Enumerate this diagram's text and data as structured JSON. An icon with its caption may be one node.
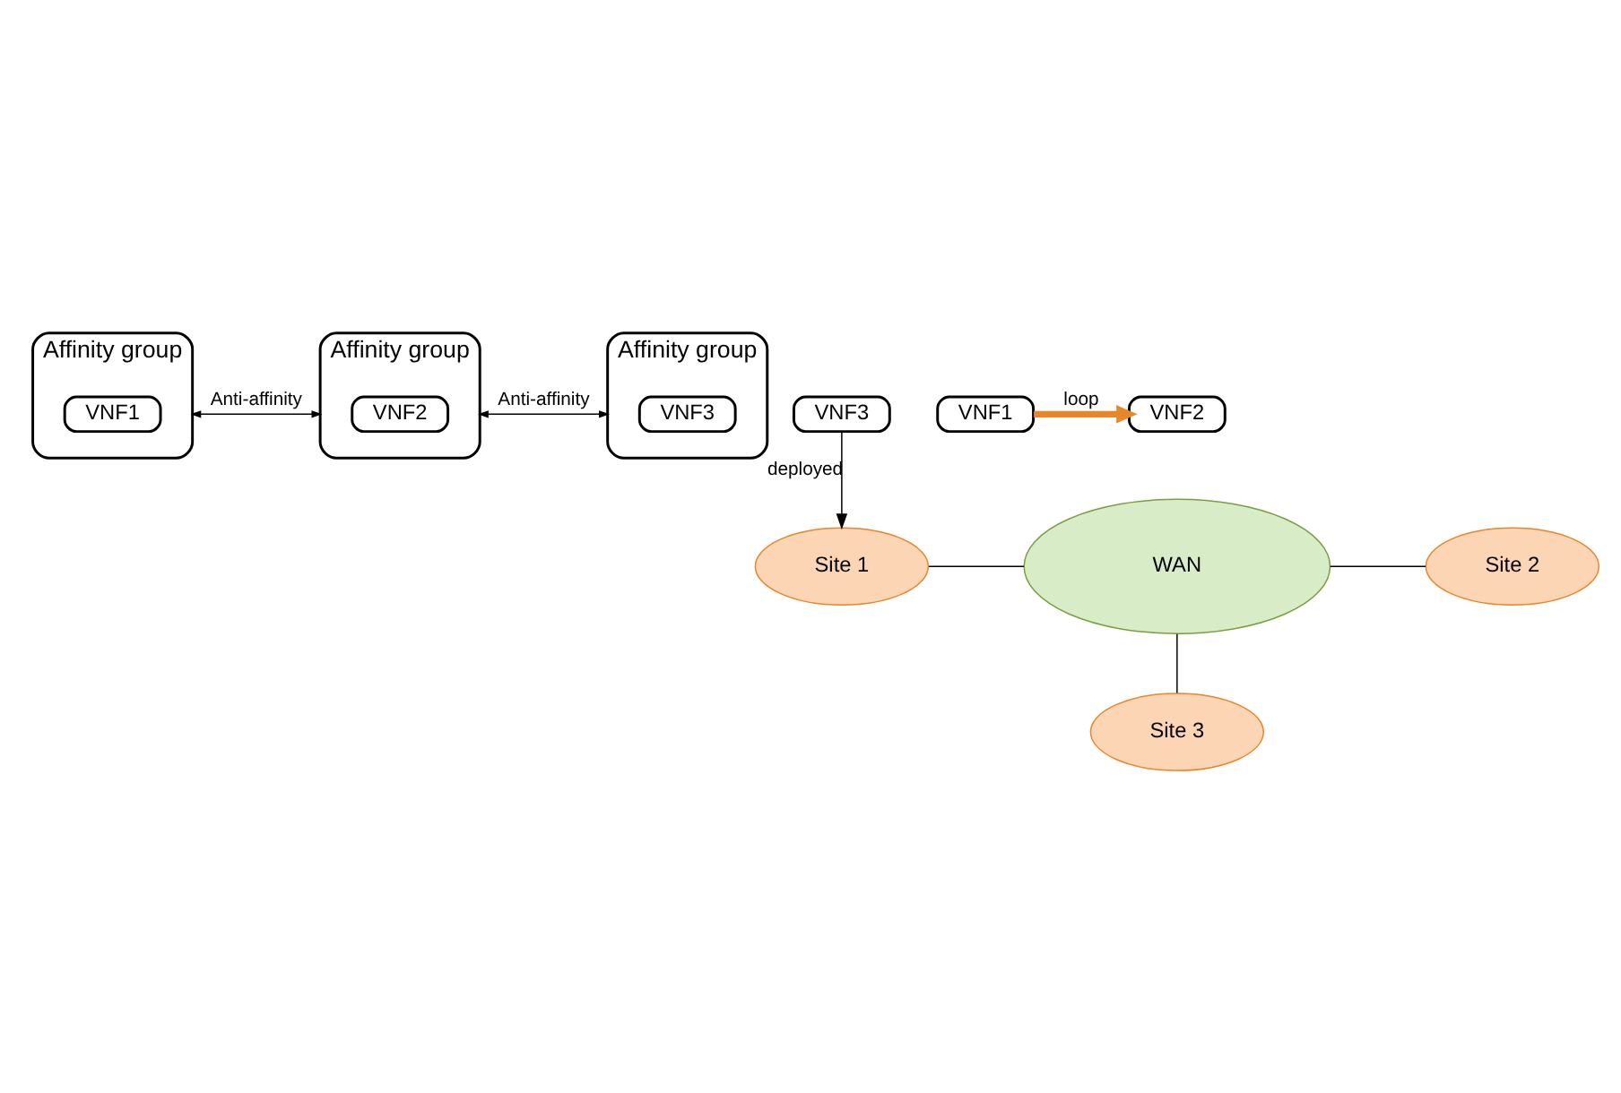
{
  "diagram": {
    "nodes": [
      {
        "text": [
          "Affinity group"
        ]
      },
      {
        "text": [
          "VNF1"
        ],
        "in": 0
      },
      {
        "text": [
          "Affinity group"
        ]
      },
      {
        "text": [
          "VNF2"
        ],
        "in": 2
      },
      {
        "text": [
          "Affinity group"
        ]
      },
      {
        "text": [
          "VNF3"
        ],
        "in": 4
      },
      {
        "text": [
          "Site 1"
        ]
      },
      {
        "text": [
          "VNF1"
        ]
      },
      {
        "text": [
          "WAN"
        ]
      },
      {
        "text": [
          "Site 2"
        ]
      },
      {
        "text": [
          "VNF2"
        ]
      },
      {
        "text": [
          "Site 3"
        ]
      },
      {
        "text": [
          "VNF3"
        ]
      }
    ],
    "edges": [
      {
        "from": 0,
        "to": 2,
        "arrow": "both",
        "label": "Anti-affinity"
      },
      {
        "from": 2,
        "to": 4,
        "arrow": "both",
        "label": "Anti-affinity"
      },
      {
        "from": 7,
        "to": 10,
        "arrow": "to",
        "label": "loop",
        "style": "thick",
        "color": "#e8862a"
      },
      {
        "from": 6,
        "to": 8,
        "arrow": "none"
      },
      {
        "from": 8,
        "to": 9,
        "arrow": "none"
      },
      {
        "from": 8,
        "to": 11,
        "arrow": "none"
      },
      {
        "from": 12,
        "to": 6,
        "arrow": "to",
        "label": "deployed"
      }
    ]
  }
}
